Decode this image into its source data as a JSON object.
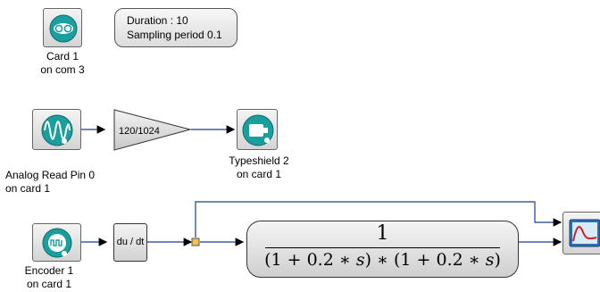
{
  "card": {
    "label_line1": "Card 1",
    "label_line2": "on com 3"
  },
  "params": {
    "duration": "Duration : 10",
    "sampling": "Sampling period 0.1"
  },
  "analog_read": {
    "label_line1": "Analog Read Pin 0",
    "label_line2": "on card 1"
  },
  "gain": {
    "label": "120/1024"
  },
  "typeshield": {
    "label_line1": "Typeshield 2",
    "label_line2": "on card 1"
  },
  "encoder": {
    "label_line1": "Encoder 1",
    "label_line2": "on card 1"
  },
  "derivative": {
    "label": "du / dt"
  },
  "transfer_function": {
    "numerator": "1",
    "den_open1": "(1 + 0.2 ∗ ",
    "den_s1": "s",
    "den_mid": ") ∗ (1 + 0.2 ∗ ",
    "den_s2": "s",
    "den_close": ")"
  },
  "colors": {
    "link": "#1f3f8f",
    "split_point": "#f5c04a",
    "icon_teal": "#1a9e9e"
  },
  "icons": [
    "arduino-icon",
    "sine-wave-icon",
    "shield-icon",
    "encoder-icon",
    "scope-icon"
  ]
}
